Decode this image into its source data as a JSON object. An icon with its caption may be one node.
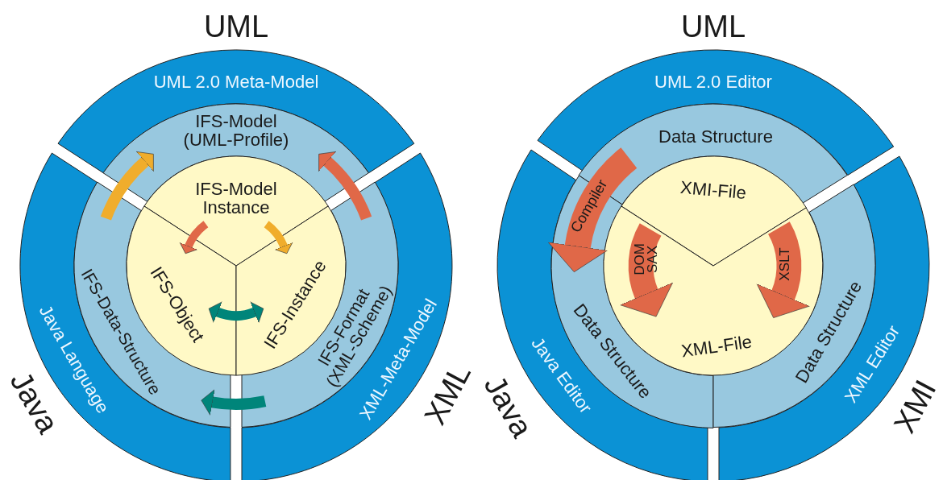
{
  "diagram": {
    "nodes": [
      {
        "text": [
          "UML 2.0 Meta-Model"
        ]
      },
      {
        "text": [
          "Java Language"
        ]
      },
      {
        "text": [
          "XML-Meta-Model"
        ]
      },
      {
        "text": [
          "IFS-Model (UML-Profile)"
        ]
      },
      {
        "text": [
          "IFS-Data-Structure"
        ]
      },
      {
        "text": [
          "IFS-Format (XML-Scheme)"
        ]
      },
      {
        "text": [
          "IFS-Model Instance"
        ]
      },
      {
        "text": [
          "IFS-Object"
        ]
      },
      {
        "text": [
          "IFS-Instance"
        ]
      },
      {
        "text": [
          "UML 2.0 Editor"
        ]
      },
      {
        "text": [
          "Java Editor"
        ]
      },
      {
        "text": [
          "XML Editor"
        ]
      },
      {
        "text": [
          "Data Structure"
        ]
      },
      {
        "text": [
          "Data Structure"
        ]
      },
      {
        "text": [
          "Data Structure"
        ]
      },
      {
        "text": [
          "XMI-File"
        ]
      },
      {
        "text": [
          "XML-File"
        ]
      }
    ],
    "edges": [
      {
        "from": 4,
        "to": 3,
        "arrow": "to",
        "color": "#f0ad2c"
      },
      {
        "from": 5,
        "to": 3,
        "arrow": "to"
      },
      {
        "from": 5,
        "to": 4,
        "arrow": "to",
        "color": "#00857a"
      },
      {
        "from": 6,
        "to": 7,
        "arrow": "to"
      },
      {
        "from": 6,
        "to": 8,
        "arrow": "to",
        "color": "#f0ad2c"
      },
      {
        "from": 7,
        "to": 8,
        "arrow": "both",
        "color": "#00857a"
      },
      {
        "from": 12,
        "to": 13,
        "arrow": "to",
        "label": "Compiler",
        "style": "thick"
      },
      {
        "from": 15,
        "to": 16,
        "arrow": "to",
        "label": "DOM SAX",
        "style": "thick"
      },
      {
        "from": 15,
        "to": 16,
        "arrow": "to",
        "label": "XSLT",
        "style": "thick"
      }
    ],
    "labels": [
      "UML",
      "Java",
      "XML",
      "UML",
      "Java",
      "XMI"
    ]
  }
}
